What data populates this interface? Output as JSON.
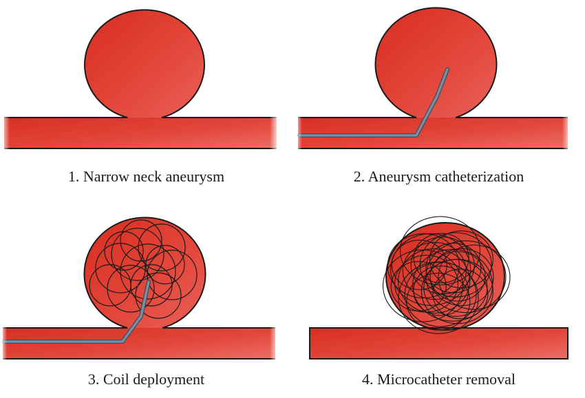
{
  "panels": [
    {
      "caption": "1. Narrow neck aneurysm"
    },
    {
      "caption": "2. Aneurysm catheterization"
    },
    {
      "caption": "3. Coil deployment"
    },
    {
      "caption": "4. Microcatheter removal"
    }
  ],
  "colors": {
    "vessel_light": "#e8605a",
    "vessel_main": "#e03a2c",
    "vessel_dark": "#c82a22",
    "outline": "#1a1a1a",
    "catheter": "#6f8496",
    "coil": "#1a1a1a"
  }
}
